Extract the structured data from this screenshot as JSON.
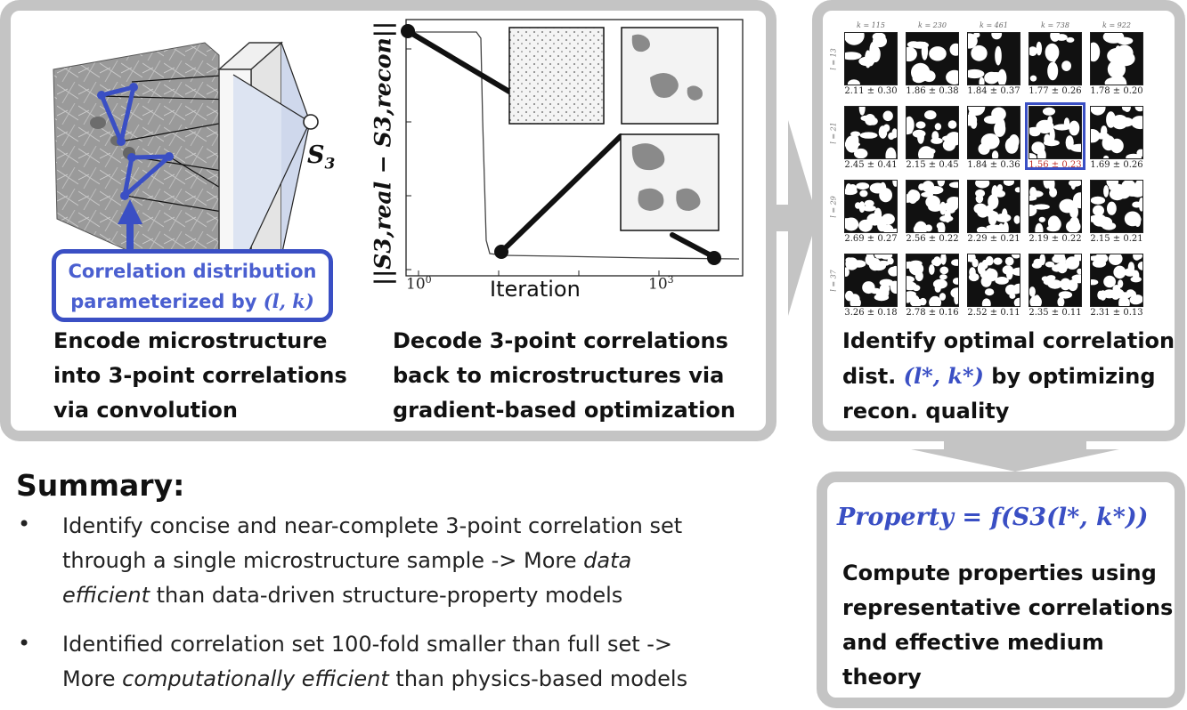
{
  "encode": {
    "s3_label": "S",
    "s3_sub": "3",
    "callout_line1": "Correlation distribution",
    "callout_line2_text": "parameterized by",
    "callout_line2_math": "(l, k)",
    "caption": [
      "Encode microstructure",
      "into 3-point correlations",
      "via convolution"
    ]
  },
  "decode": {
    "ylabel": "||S3,real − S3,recon||",
    "xlabel": "Iteration",
    "xtick_left": "10",
    "xtick_left_exp": "0",
    "xtick_right": "10",
    "xtick_right_exp": "3",
    "caption": [
      "Decode 3-point correlations",
      "back to microstructures via",
      "gradient-based optimization"
    ]
  },
  "grid": {
    "col_heads": [
      "k = 115",
      "k = 230",
      "k = 461",
      "k = 738",
      "k = 922"
    ],
    "row_heads": [
      "l = 13",
      "l = 21",
      "l = 29",
      "l = 37"
    ],
    "labels": [
      [
        "2.11 ± 0.30",
        "1.86 ± 0.38",
        "1.84 ± 0.37",
        "1.77 ± 0.26",
        "1.78 ± 0.20"
      ],
      [
        "2.45 ± 0.41",
        "2.15 ± 0.45",
        "1.84 ± 0.36",
        "1.56 ± 0.23",
        "1.69 ± 0.26"
      ],
      [
        "2.69 ± 0.27",
        "2.56 ± 0.22",
        "2.29 ± 0.21",
        "2.19 ± 0.22",
        "2.15 ± 0.21"
      ],
      [
        "3.26 ± 0.18",
        "2.78 ± 0.16",
        "2.52 ± 0.11",
        "2.35 ± 0.11",
        "2.31 ± 0.13"
      ]
    ],
    "highlight_color": "#3a4fc4",
    "highlight_label_color": "#c0302a",
    "caption_line1": "Identify optimal correlation",
    "caption_line2_pre": "dist.",
    "caption_line2_math": "(l*, k*)",
    "caption_line2_post": "by optimizing",
    "caption_line3": "recon. quality"
  },
  "summary": {
    "title": "Summary:",
    "bullet_glyph": "•",
    "b1_l1": "Identify concise and near-complete 3-point correlation set",
    "b1_l2_pre": "through a single microstructure sample -> More ",
    "b1_l2_em": "data",
    "b1_l3_em": "efficient",
    "b1_l3_post": " than data-driven structure-property models",
    "b2_l1": "Identified correlation set 100-fold smaller than full set ->",
    "b2_l2_pre": "More ",
    "b2_l2_em": "computationally efficient",
    "b2_l2_post": " than physics-based models"
  },
  "property": {
    "formula": "Property = f(S3(l*, k*))",
    "caption": [
      "Compute properties using",
      "representative correlations",
      "and effective medium",
      "theory"
    ]
  },
  "colors": {
    "panel_border": "#c4c4c4",
    "accent_blue": "#3a4fc4",
    "arrow_gray": "#c4c4c4"
  }
}
